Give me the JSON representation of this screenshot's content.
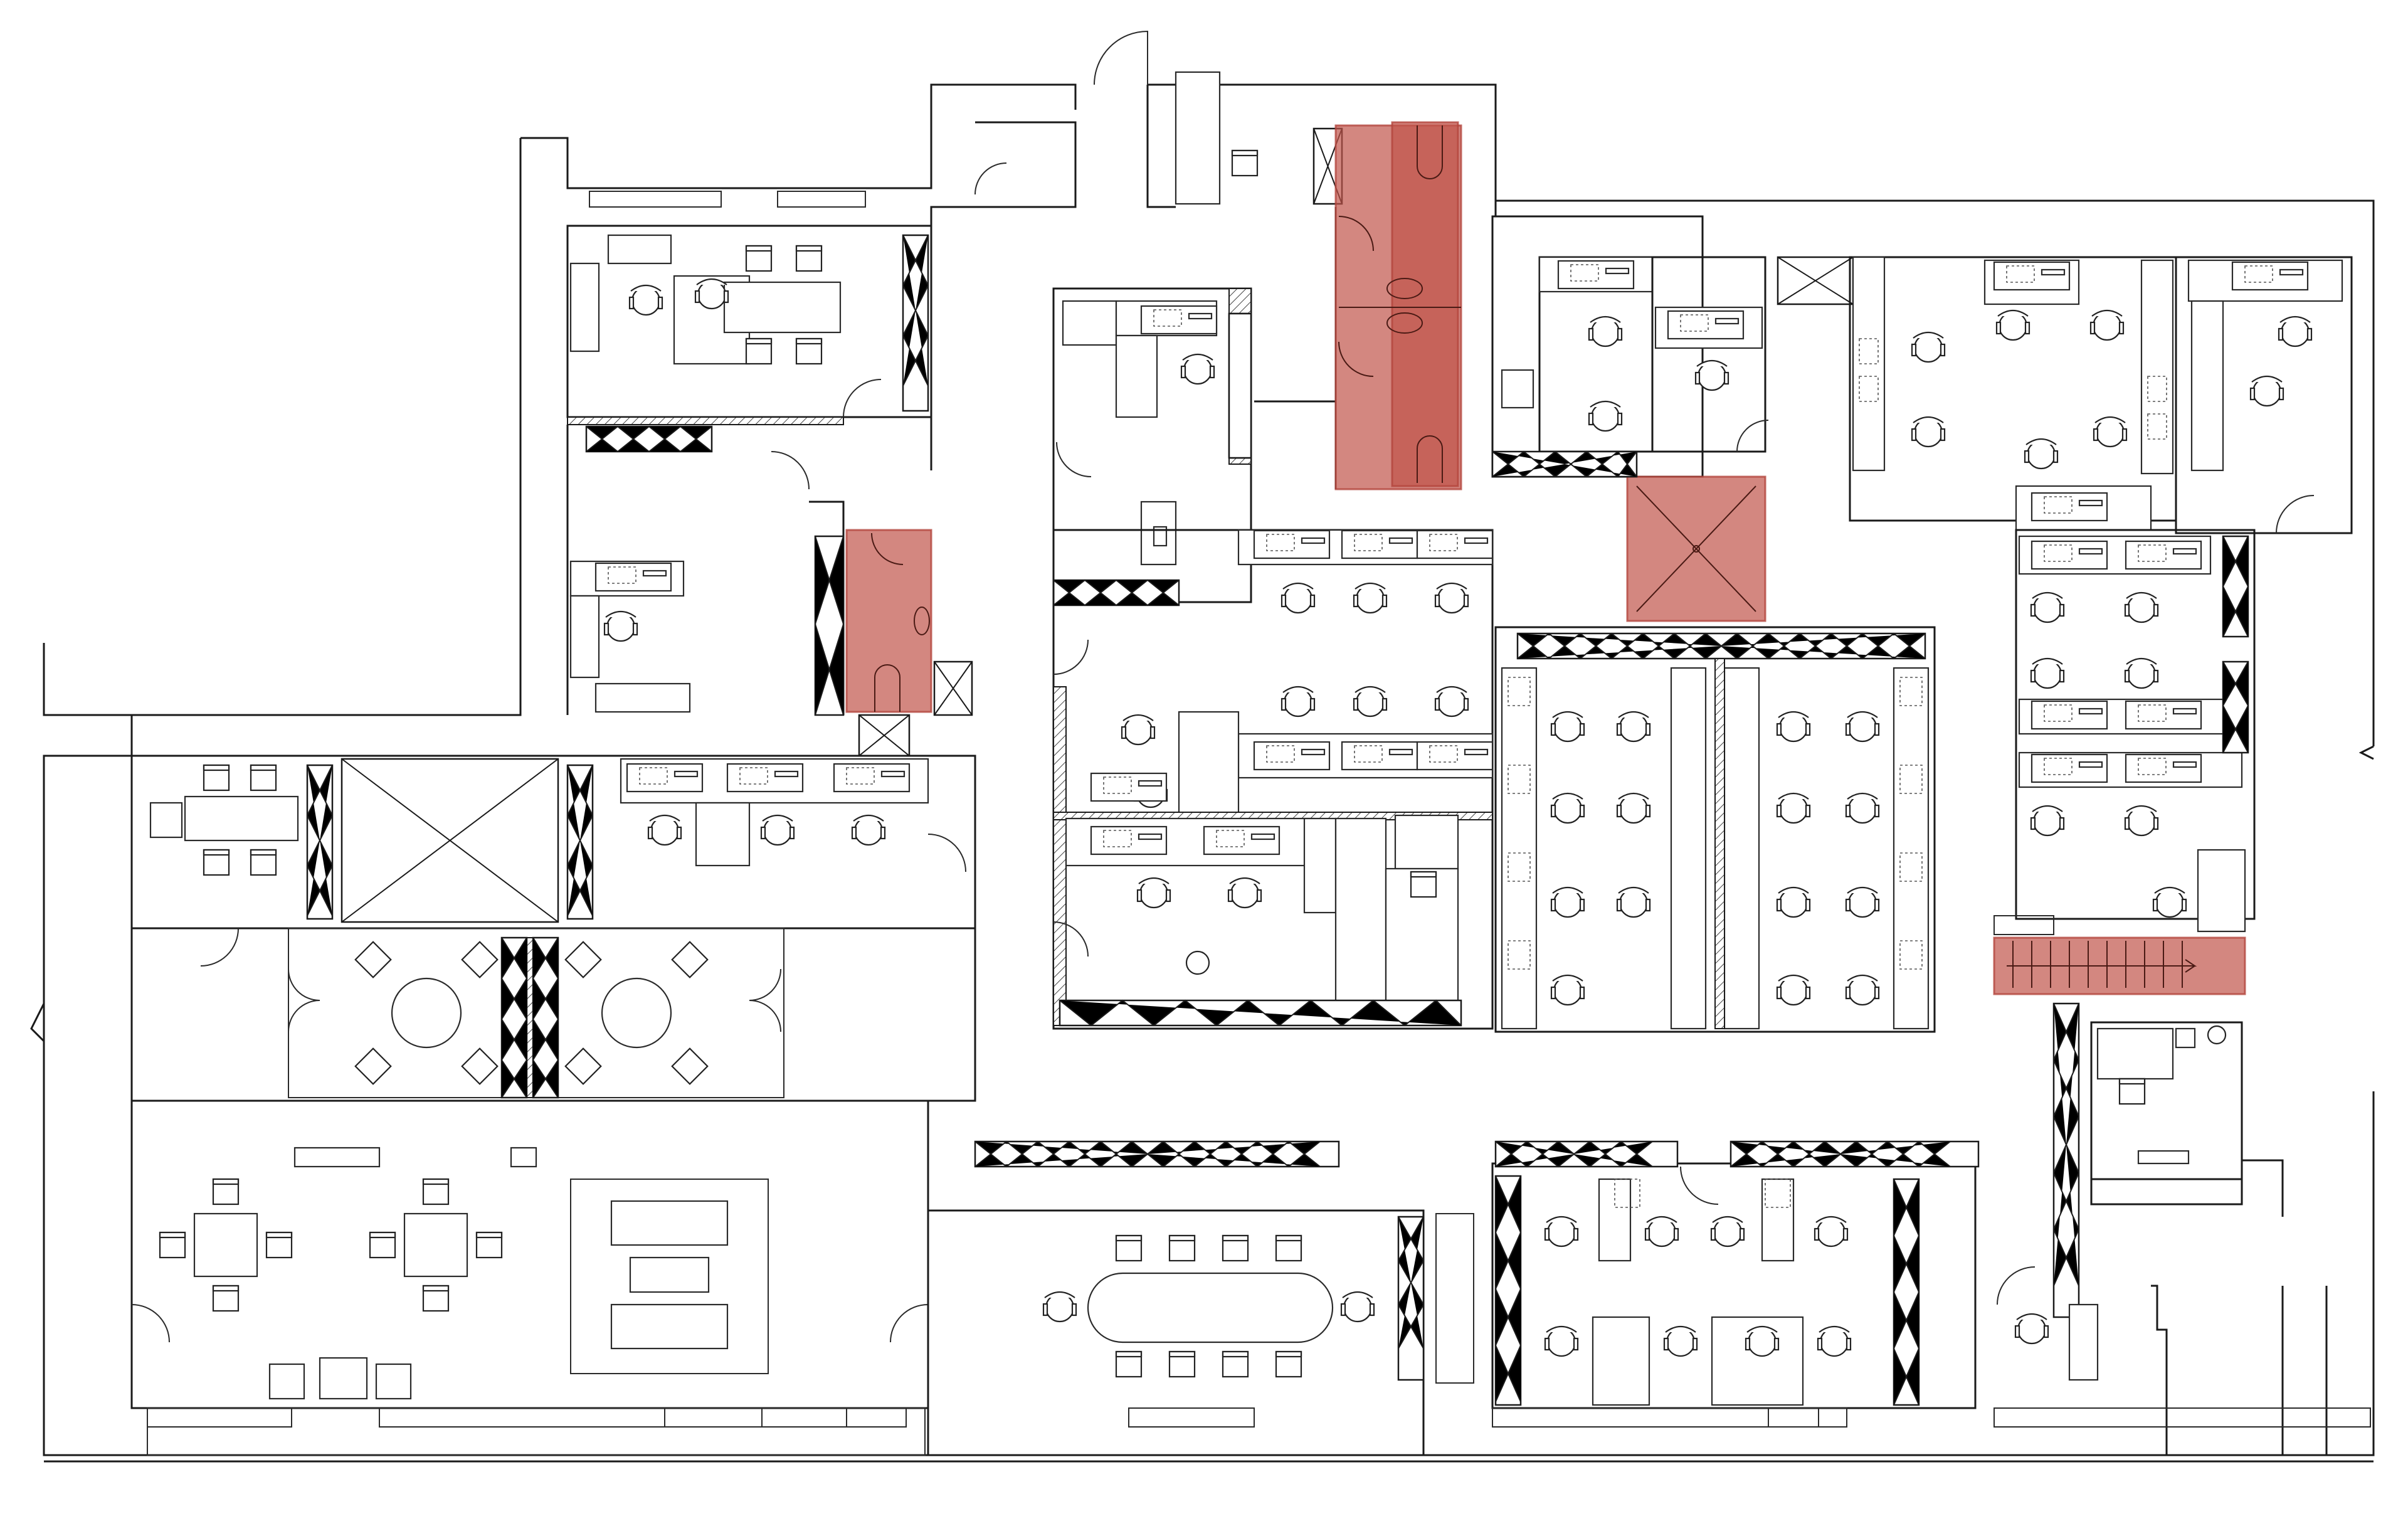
{
  "colors": {
    "background": "#ffffff",
    "wall": "#1a1a1a",
    "furniture": "#2a2a2a",
    "highlight": "#c0544a"
  },
  "highlighted_areas": [
    {
      "name": "highlight-restroom-core-north"
    },
    {
      "name": "highlight-restroom-west"
    },
    {
      "name": "highlight-elevator-shaft"
    },
    {
      "name": "highlight-stair-east"
    }
  ]
}
